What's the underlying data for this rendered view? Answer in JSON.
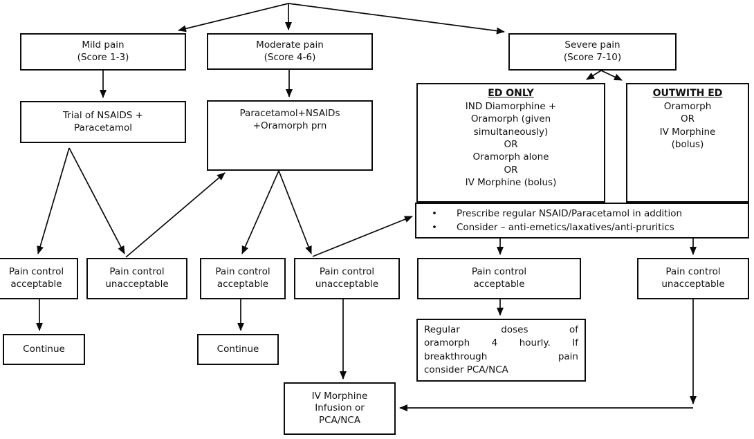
{
  "nodes": {
    "mild": {
      "label": "Mild pain\n(Score 1-3)"
    },
    "moderate": {
      "label": "Moderate pain\n(Score 4-6)"
    },
    "severe": {
      "label": "Severe pain\n(Score 7-10)"
    },
    "nsaids_trial": {
      "label": "Trial of NSAIDS +\nParacetamol"
    },
    "paracetamol_nsaids": {
      "label": "Paracetamol+NSAIDs\n+Oramorph prn"
    },
    "ed_only": {
      "heading": "ED ONLY",
      "body": "IND Diamorphine +\nOramorph (given\nsimultaneously)\nOR\nOramorph alone\nOR\nIV Morphine (bolus)"
    },
    "outwith_ed": {
      "heading": "OUTWITH ED",
      "body": "Oramorph\nOR\nIV Morphine\n(bolus)"
    },
    "adjuncts": {
      "items": [
        "Prescribe regular NSAID/Paracetamol in addition",
        "Consider – anti-emetics/laxatives/anti-pruritics"
      ]
    },
    "pain_acceptable_mild": {
      "label": "Pain control\nacceptable"
    },
    "pain_unacceptable_mild": {
      "label": "Pain control\nunacceptable"
    },
    "pain_acceptable_moderate": {
      "label": "Pain control\nacceptable"
    },
    "pain_unacceptable_moderate": {
      "label": "Pain control\nunacceptable"
    },
    "pain_acceptable_severe": {
      "label": "Pain control\nacceptable"
    },
    "pain_unacceptable_severe": {
      "label": "Pain control\nunacceptable"
    },
    "continue_mild": {
      "label": "Continue"
    },
    "continue_moderate": {
      "label": "Continue"
    },
    "regular_doses": {
      "lines": [
        "Regular doses of",
        "oramorph 4 hourly. If",
        "breakthrough pain",
        "consider PCA/NCA"
      ]
    },
    "iv_morphine": {
      "label": "IV Morphine\nInfusion or\nPCA/NCA"
    }
  },
  "colors": {
    "background": "#ffffff",
    "border": "#0c0c0c",
    "line": "#0a0a0a",
    "text": "#111111"
  }
}
